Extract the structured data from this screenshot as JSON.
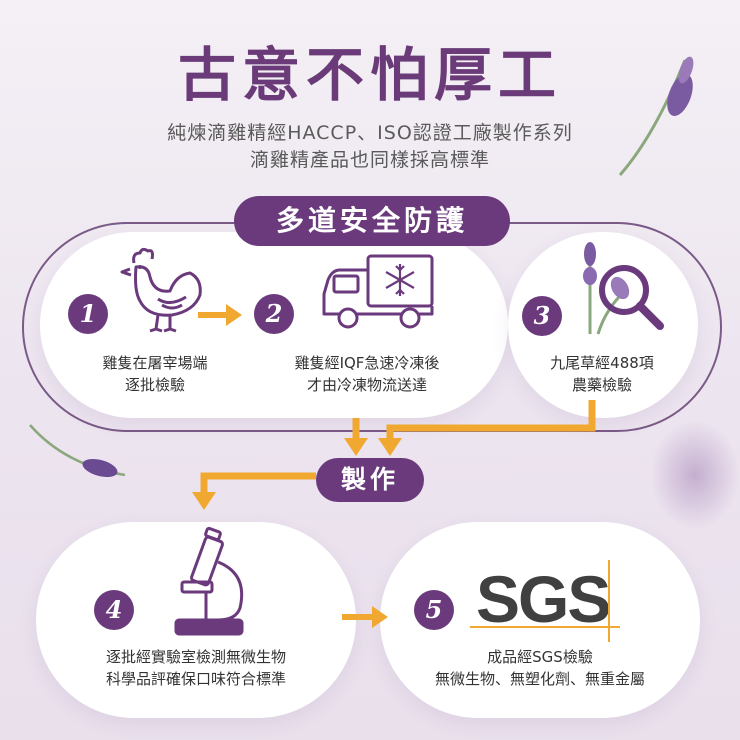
{
  "title": "古意不怕厚工",
  "subtitle_lines": [
    "純煉滴雞精經HACCP、ISO認證工廠製作系列",
    "滴雞精產品也同樣採高標準"
  ],
  "section_banner": "多道安全防護",
  "production_banner": "製作",
  "colors": {
    "purple": "#6b3a7c",
    "orange": "#f0a830",
    "text": "#333333"
  },
  "steps": [
    {
      "number": "1",
      "icon": "chicken-icon",
      "caption": [
        "雞隻在屠宰場端",
        "逐批檢驗"
      ]
    },
    {
      "number": "2",
      "icon": "refrigerated-truck-icon",
      "caption": [
        "雞隻經IQF急速冷凍後",
        "才由冷凍物流送達"
      ]
    },
    {
      "number": "3",
      "icon": "lavender-magnifier-icon",
      "caption": [
        "九尾草經488項",
        "農藥檢驗"
      ]
    },
    {
      "number": "4",
      "icon": "microscope-icon",
      "caption": [
        "逐批經實驗室檢測無微生物",
        "科學品評確保口味符合標準"
      ]
    },
    {
      "number": "5",
      "icon": "sgs-logo",
      "caption": [
        "成品經SGS檢驗",
        "無微生物、無塑化劑、無重金屬"
      ]
    }
  ],
  "sgs_logo_text": "SGS"
}
